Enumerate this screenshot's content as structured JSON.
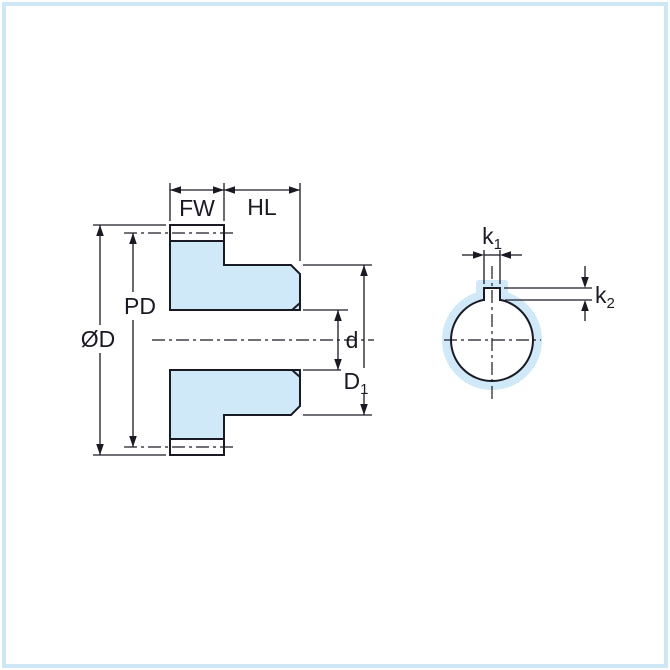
{
  "diagram": {
    "type": "gear-dimension-drawing",
    "accent_fill": "#cfe9f8",
    "line_color": "#1a1a24",
    "border_color": "#cde7f5",
    "section_view": {
      "dim_fw": "FW",
      "dim_hl": "HL",
      "dim_pd": "PD",
      "dim_od": "ØD",
      "dim_bore": "d",
      "dim_hub": {
        "base": "D",
        "sub": "1"
      }
    },
    "end_view": {
      "dim_keyway_width": {
        "base": "k",
        "sub": "1"
      },
      "dim_keyway_depth": {
        "base": "k",
        "sub": "2"
      }
    }
  }
}
